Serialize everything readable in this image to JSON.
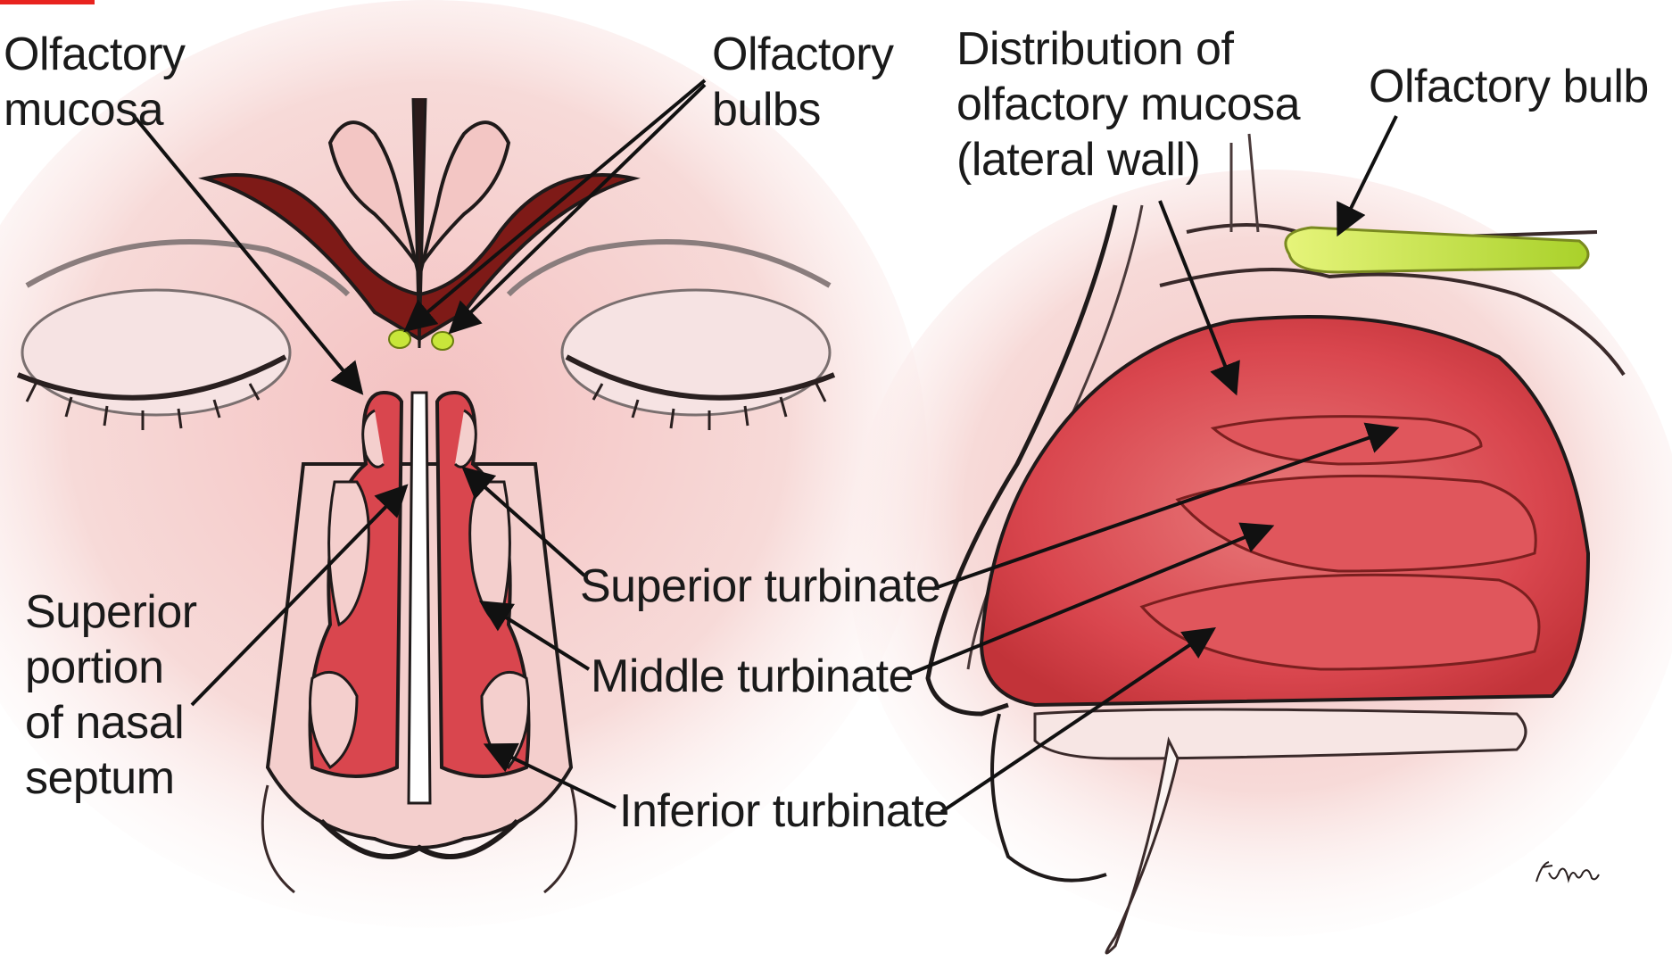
{
  "labels": {
    "olfactory_mucosa": "Olfactory\nmucosa",
    "olfactory_bulbs": "Olfactory\nbulbs",
    "distribution": "Distribution of\nolfactory mucosa\n(lateral wall)",
    "olfactory_bulb": "Olfactory bulb",
    "superior_septum": "Superior\nportion\nof nasal\nseptum",
    "superior_turbinate": "Superior turbinate",
    "middle_turbinate": "Middle turbinate",
    "inferior_turbinate": "Inferior turbinate"
  },
  "colors": {
    "tissue_red": "#d9464e",
    "tissue_pink": "#f3c6c4",
    "dark_mucosa": "#6b1412",
    "bulb_yellow": "#c8e63a",
    "line": "#1f1a1a"
  },
  "signature": "Travis"
}
